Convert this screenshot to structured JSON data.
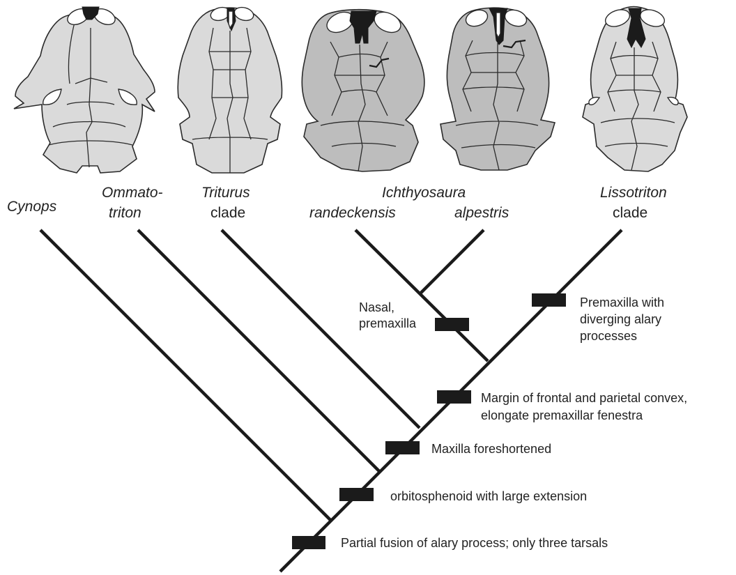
{
  "taxa": {
    "cynops": "Cynops",
    "ommatotriton_1": "Ommato-",
    "ommatotriton_2": "triton",
    "triturus_1": "Triturus",
    "triturus_2": "clade",
    "ichthyosaura": "Ichthyosaura",
    "randeckensis": "randeckensis",
    "alpestris": "alpestris",
    "lissotriton_1": "Lissotriton",
    "lissotriton_2": "clade"
  },
  "characters": {
    "c1": "Partial fusion of alary process; only three tarsals",
    "c2": "orbitosphenoid with large extension",
    "c3": "Maxilla foreshortened",
    "c4_1": "Margin of frontal and parietal convex,",
    "c4_2": "elongate premaxillar fenestra",
    "c5_1": "Nasal,",
    "c5_2": "premaxilla",
    "c6_1": "Premaxilla with",
    "c6_2": "diverging alary",
    "c6_3": "processes"
  },
  "colors": {
    "line": "#1a1a1a",
    "skull_light": "#dadada",
    "skull_dark": "#bdbdbd",
    "premaxilla": "#1b1b1b"
  }
}
